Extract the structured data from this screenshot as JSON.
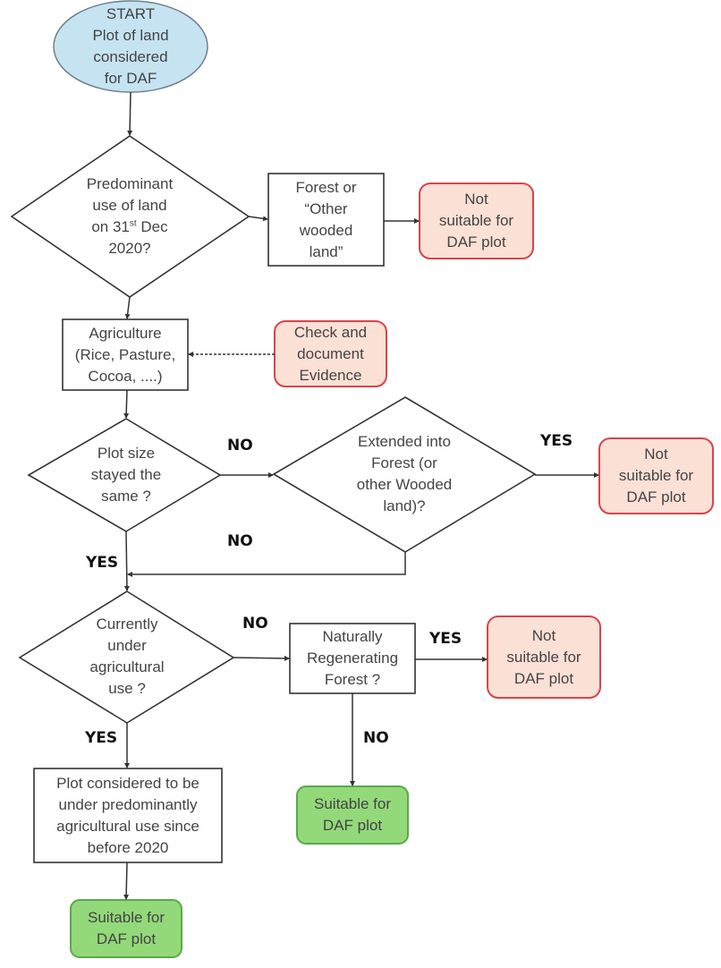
{
  "colors": {
    "line": "#333333",
    "start_fill": "#c6e3f2",
    "start_stroke": "#6f7f8a",
    "box_fill": "#ffffff",
    "box_stroke": "#333333",
    "not_suitable_fill": "#fbe0d6",
    "not_suitable_stroke": "#d9454a",
    "suitable_fill": "#93d97a",
    "suitable_stroke": "#5aa84a"
  },
  "nodes": {
    "start": {
      "text": "START\nPlot of land\nconsidered\nfor DAF"
    },
    "predominant_use": {
      "text_before_sup": "Predominant\nuse of land\non 31",
      "sup": "st",
      "text_after_sup": " Dec\n2020?"
    },
    "forest_other_wooded": {
      "text": "Forest or\n“Other\nwooded\nland”"
    },
    "not_suitable_1": {
      "text": "Not\nsuitable for\nDAF plot"
    },
    "agriculture": {
      "text": "Agriculture\n(Rice, Pasture,\nCocoa, ....)"
    },
    "check_evidence": {
      "text": "Check and\ndocument\nEvidence"
    },
    "plot_size_same": {
      "text": "Plot size\nstayed the\nsame ?"
    },
    "extended_into_forest": {
      "text": "Extended into\nForest (or\nother Wooded\nland)?"
    },
    "not_suitable_2": {
      "text": "Not\nsuitable for\nDAF plot"
    },
    "currently_agricultural": {
      "text": "Currently\nunder\nagricultural\nuse ?"
    },
    "naturally_regenerating": {
      "text": "Naturally\nRegenerating\nForest ?"
    },
    "not_suitable_3": {
      "text": "Not\nsuitable for\nDAF plot"
    },
    "suitable_1": {
      "text": "Suitable for\nDAF plot"
    },
    "predominantly_agricultural": {
      "text": "Plot considered to be\nunder predominantly\nagricultural use since\nbefore 2020"
    },
    "suitable_2": {
      "text": "Suitable for\nDAF plot"
    }
  },
  "edge_labels": {
    "plot_size_no": "NO",
    "extended_yes": "YES",
    "extended_no": "NO",
    "plot_size_yes": "YES",
    "currently_no": "NO",
    "regenerating_yes": "YES",
    "currently_yes": "YES",
    "regenerating_no": "NO"
  }
}
